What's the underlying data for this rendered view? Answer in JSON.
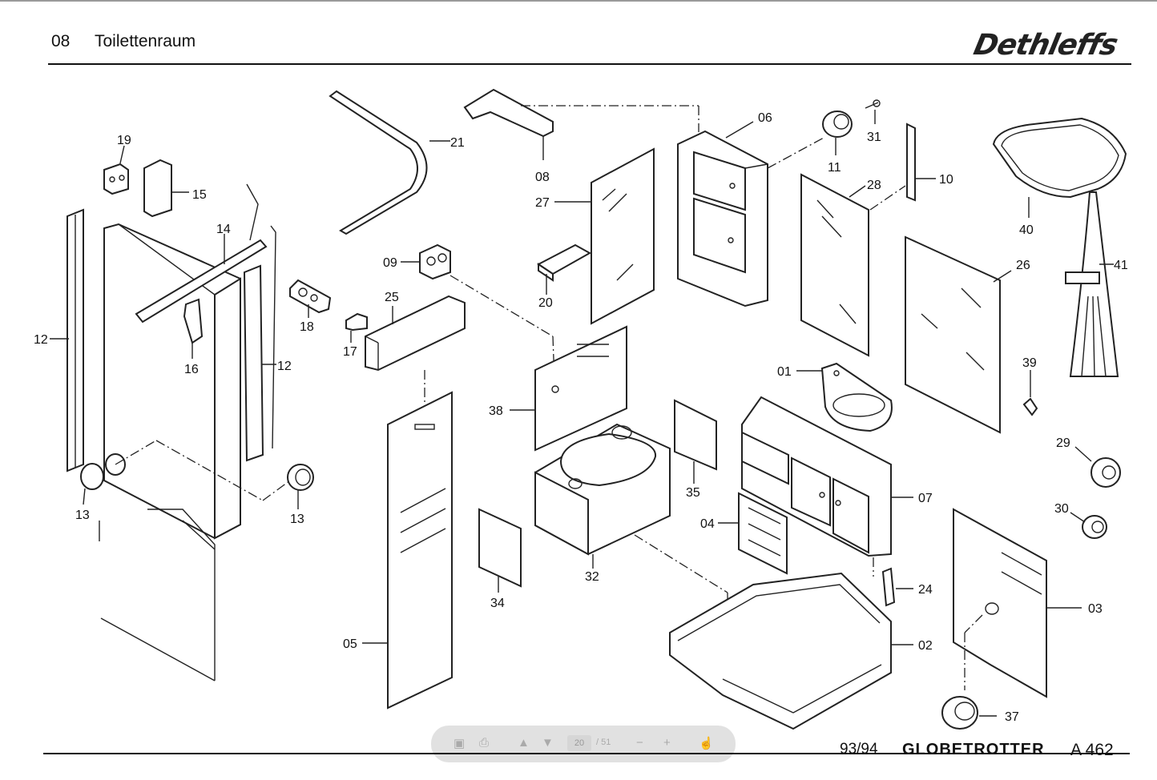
{
  "header": {
    "section_number": "08",
    "section_title": "Toilettenraum",
    "brand": "Dethleffs"
  },
  "footer": {
    "year": "93/94",
    "model": "GLOBETROTTER",
    "page_ref": "A  462"
  },
  "parts": {
    "p01": "01",
    "p02": "02",
    "p03": "03",
    "p04": "04",
    "p05": "05",
    "p06": "06",
    "p07": "07",
    "p08": "08",
    "p09": "09",
    "p10": "10",
    "p11": "11",
    "p12a": "12",
    "p12b": "12",
    "p13a": "13",
    "p13b": "13",
    "p14": "14",
    "p15": "15",
    "p16": "16",
    "p17": "17",
    "p18": "18",
    "p19": "19",
    "p20": "20",
    "p21": "21",
    "p24": "24",
    "p25": "25",
    "p26": "26",
    "p27": "27",
    "p28": "28",
    "p29": "29",
    "p30": "30",
    "p31": "31",
    "p32": "32",
    "p34": "34",
    "p35": "35",
    "p37": "37",
    "p38": "38",
    "p39": "39",
    "p40": "40",
    "p41": "41"
  },
  "toolbar": {
    "current_page": "20",
    "total_pages": "/ 51"
  },
  "icons": [
    "save-icon",
    "print-icon",
    "page-up-icon",
    "page-down-icon",
    "zoom-out-icon",
    "zoom-in-icon",
    "pointer-icon"
  ]
}
